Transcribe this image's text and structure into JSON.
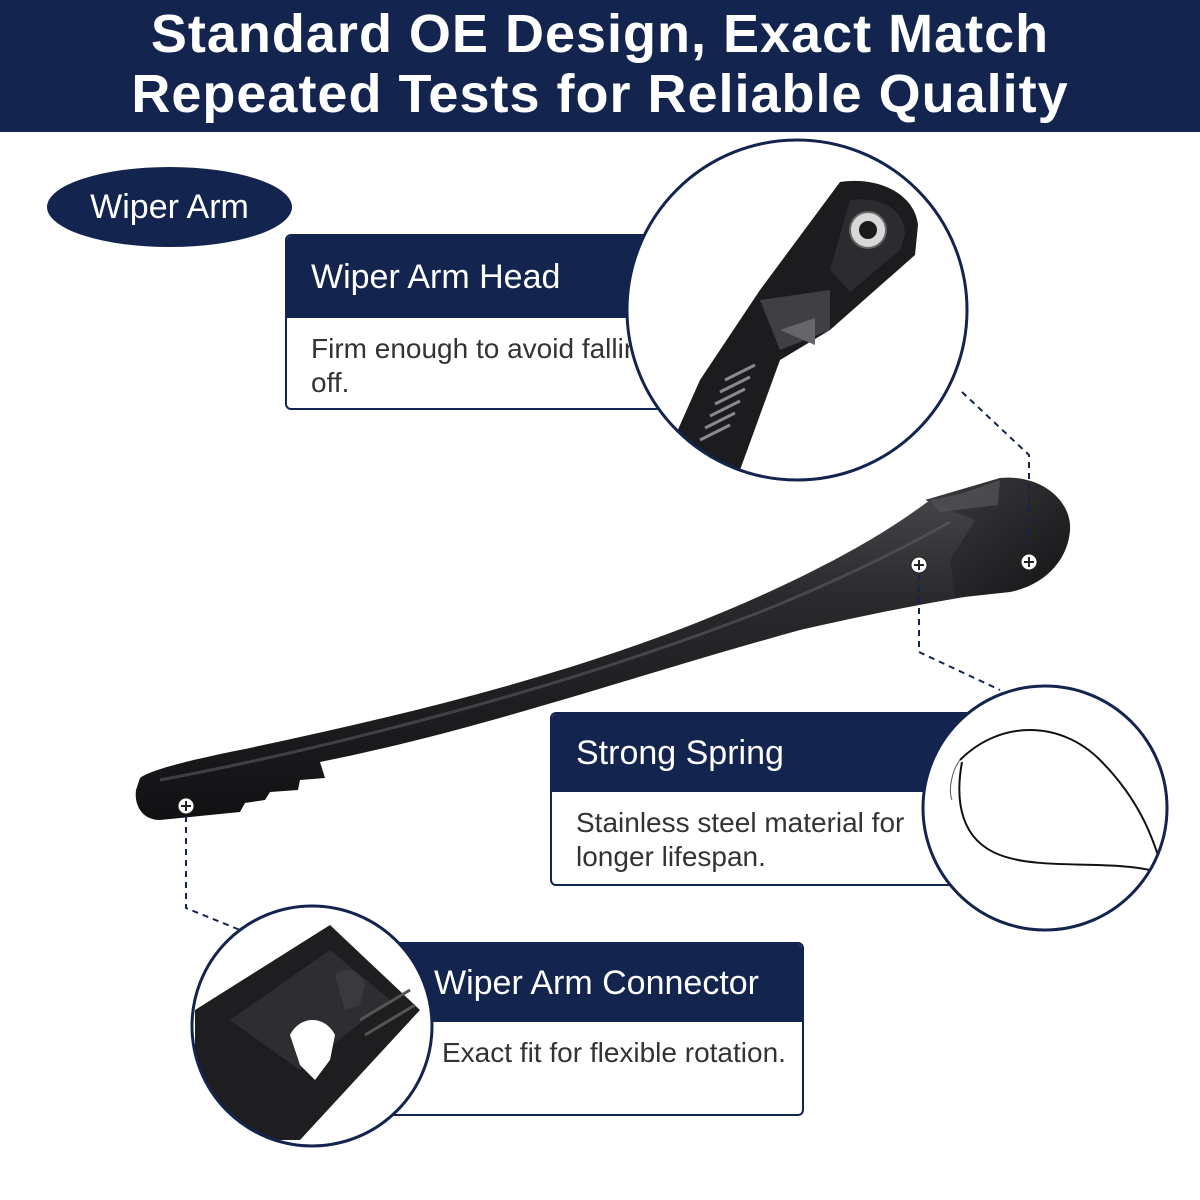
{
  "banner": {
    "line1": "Standard OE Design, Exact Match",
    "line2": "Repeated Tests for Reliable Quality"
  },
  "colors": {
    "navy": "#13254f",
    "white": "#ffffff",
    "arm_black": "#1d1d1f"
  },
  "product_label": "Wiper Arm",
  "features": [
    {
      "title": "Wiper Arm Head",
      "description": "Firm enough to avoid falling off.",
      "callout_icon": "screw-marker-icon"
    },
    {
      "title": "Strong Spring",
      "description": "Stainless steel material for longer lifespan.",
      "callout_icon": "screw-marker-icon"
    },
    {
      "title": "Wiper Arm Connector",
      "description": "Exact fit for flexible rotation.",
      "callout_icon": "screw-marker-icon"
    }
  ]
}
